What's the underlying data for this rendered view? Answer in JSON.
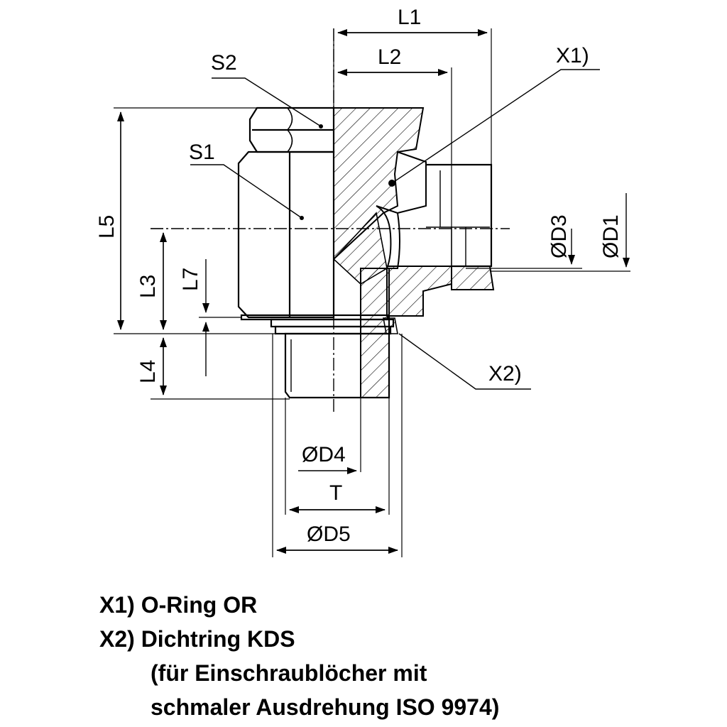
{
  "labels": {
    "l1": "L1",
    "l2": "L2",
    "l3": "L3",
    "l4": "L4",
    "l5": "L5",
    "l7": "L7",
    "s1": "S1",
    "s2": "S2",
    "x1": "X1)",
    "x2": "X2)",
    "d1": "ØD1",
    "d3": "ØD3",
    "d4": "ØD4",
    "d5": "ØD5",
    "t": "T"
  },
  "legend": {
    "line1": "X1) O-Ring OR",
    "line2": "X2) Dichtring KDS",
    "line3": "(für Einschraublöcher mit",
    "line4": "schmaler Ausdrehung ISO 9974)"
  },
  "colors": {
    "line": "#000000",
    "background": "#ffffff"
  }
}
